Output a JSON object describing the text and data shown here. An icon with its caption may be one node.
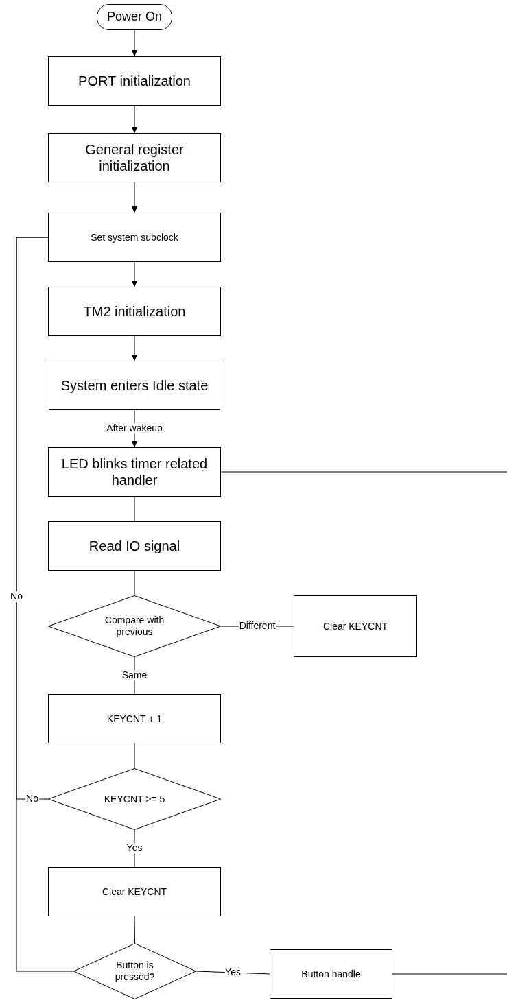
{
  "diagram": {
    "nodes": [
      {
        "text": [
          "Power On"
        ]
      },
      {
        "text": [
          "PORT initialization"
        ]
      },
      {
        "text": [
          "General register initialization"
        ]
      },
      {
        "text": [
          "Set system subclock"
        ]
      },
      {
        "text": [
          "TM2 initialization"
        ]
      },
      {
        "text": [
          "System enters Idle state"
        ]
      },
      {
        "text": [
          "LED blinks timer related handler"
        ]
      },
      {
        "text": [
          "Read IO signal"
        ]
      },
      {
        "text": [
          "Compare with previous"
        ]
      },
      {
        "text": [
          "Clear KEYCNT"
        ]
      },
      {
        "text": [
          "KEYCNT + 1"
        ]
      },
      {
        "text": [
          "KEYCNT >= 5"
        ]
      },
      {
        "text": [
          "Clear KEYCNT"
        ]
      },
      {
        "text": [
          "Button is pressed?"
        ]
      },
      {
        "text": [
          "Button handle"
        ]
      }
    ],
    "edges": [
      {
        "from": 0,
        "to": 1,
        "arrow": "to"
      },
      {
        "from": 1,
        "to": 2,
        "arrow": "to"
      },
      {
        "from": 2,
        "to": 3,
        "arrow": "to"
      },
      {
        "from": 3,
        "to": 4,
        "arrow": "to"
      },
      {
        "from": 4,
        "to": 5,
        "arrow": "to"
      },
      {
        "from": 5,
        "to": 6,
        "arrow": "to",
        "label": "After wakeup"
      },
      {
        "from": 6,
        "to": 7,
        "arrow": "none"
      },
      {
        "from": 7,
        "to": 8,
        "arrow": "none"
      },
      {
        "from": 8,
        "to": 9,
        "arrow": "none",
        "label": "Different"
      },
      {
        "from": 8,
        "to": 10,
        "arrow": "none",
        "label": "Same"
      },
      {
        "from": 10,
        "to": 11,
        "arrow": "none"
      },
      {
        "from": 11,
        "to": 12,
        "arrow": "none",
        "label": "Yes"
      },
      {
        "from": 12,
        "to": 13,
        "arrow": "none"
      },
      {
        "from": 11,
        "to": 3,
        "arrow": "none",
        "label": "No"
      },
      {
        "from": 13,
        "to": 3,
        "arrow": "none",
        "label": "No"
      },
      {
        "from": 13,
        "to": 14,
        "arrow": "none",
        "label": "Yes"
      },
      {
        "from": 14,
        "to": null,
        "arrow": "none"
      },
      {
        "from": null,
        "to": 6,
        "arrow": "none"
      }
    ]
  }
}
